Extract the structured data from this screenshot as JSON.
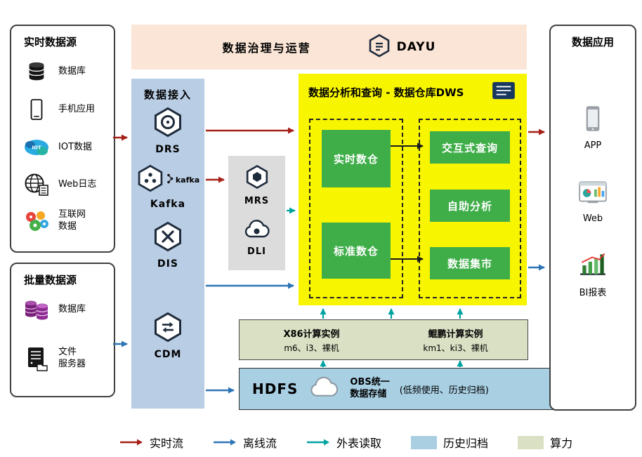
{
  "colors": {
    "realtime_flow": "#a52018",
    "offline_flow": "#2e75b6",
    "external_read": "#00a2a0",
    "history_archive": "#aacfe3",
    "compute_power": "#d9e0c3",
    "dws_panel": "#f8f500",
    "module_green": "#3fae49",
    "ingestion_panel": "#b9cde4",
    "banner": "#fbe5d6"
  },
  "top_banner": {
    "title": "数据治理与运营",
    "logo": "DAYU"
  },
  "realtime_sources": {
    "title": "实时数据源",
    "items": [
      {
        "label": "数据库",
        "icon": "database-icon"
      },
      {
        "label": "手机应用",
        "icon": "mobile-icon"
      },
      {
        "label": "IOT数据",
        "icon": "iot-icon"
      },
      {
        "label": "Web日志",
        "icon": "globe-icon"
      },
      {
        "label": "互联网\n数据",
        "icon": "internet-bubbles-icon"
      }
    ]
  },
  "batch_sources": {
    "title": "批量数据源",
    "items": [
      {
        "label": "数据库",
        "icon": "purple-database-icon"
      },
      {
        "label": "文件\n服务器",
        "icon": "file-server-icon"
      }
    ]
  },
  "ingestion": {
    "title": "数据接入",
    "services": [
      {
        "label": "DRS",
        "icon": "drs-hexagon-icon"
      },
      {
        "label": "Kafka",
        "icon": "kafka-hexagon-icon",
        "wordmark": "kafka"
      },
      {
        "label": "DIS",
        "icon": "dis-hexagon-icon"
      },
      {
        "label": "CDM",
        "icon": "cdm-hexagon-icon"
      }
    ]
  },
  "processing": {
    "services": [
      {
        "label": "MRS",
        "icon": "mrs-hexagon-icon"
      },
      {
        "label": "DLI",
        "icon": "dli-cloud-icon"
      }
    ]
  },
  "dws": {
    "title": "数据分析和查询 - 数据仓库DWS",
    "warehouses": [
      "实时数仓",
      "标准数仓"
    ],
    "services": [
      "交互式查询",
      "自助分析",
      "数据集市"
    ]
  },
  "compute": {
    "x86_title": "X86计算实例",
    "x86_detail": "m6、i3、裸机",
    "kunpeng_title": "鲲鹏计算实例",
    "kunpeng_detail": "km1、ki3、裸机"
  },
  "storage": {
    "hdfs": "HDFS",
    "obs": "OBS统一\n数据存储",
    "note": "(低频使用、历史归档)"
  },
  "applications": {
    "title": "数据应用",
    "items": [
      {
        "label": "APP",
        "icon": "app-phone-icon"
      },
      {
        "label": "Web",
        "icon": "web-dashboard-icon"
      },
      {
        "label": "BI报表",
        "icon": "bi-report-icon"
      }
    ]
  },
  "legend": {
    "realtime": "实时流",
    "offline": "离线流",
    "external": "外表读取",
    "archive": "历史归档",
    "compute": "算力"
  }
}
